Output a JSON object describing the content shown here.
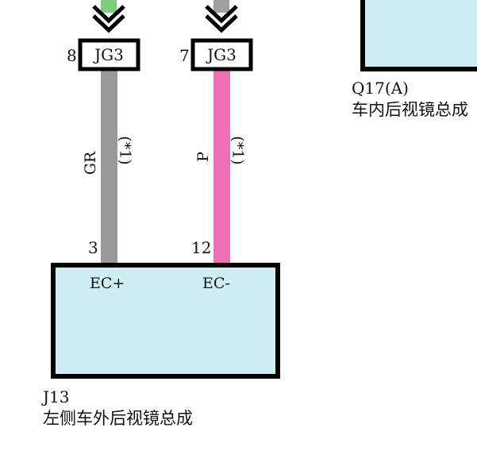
{
  "connectors": [
    {
      "pin": "8",
      "name": "JG3"
    },
    {
      "pin": "7",
      "name": "JG3"
    }
  ],
  "wires": [
    {
      "color_code": "GR",
      "note": "(*1)",
      "hex": "#999999",
      "lead_hex": "#7fcf7f"
    },
    {
      "color_code": "P",
      "note": "(*1)",
      "hex": "#f06eb4",
      "lead_hex": "#a0a0a0"
    }
  ],
  "component_j13": {
    "id": "J13",
    "name": "左侧车外后视镜总成",
    "pins": [
      {
        "pin": "3",
        "terminal": "EC+"
      },
      {
        "pin": "12",
        "terminal": "EC-"
      }
    ],
    "fill": "#cdeef2"
  },
  "component_q17": {
    "id": "Q17(A)",
    "name": "车内后视镜总成"
  }
}
